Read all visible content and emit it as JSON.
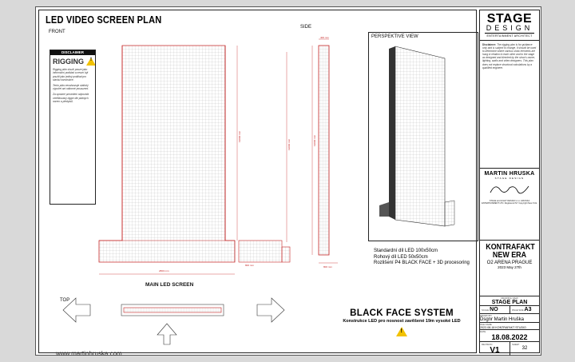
{
  "sheet": {
    "title": "LED VIDEO SCREEN PLAN",
    "front_label": "FRONT",
    "side_label": "SIDE",
    "perspective_label": "PERSPEKTIVE VIEW",
    "main_label": "MAIN LED SCREEN",
    "top_label": "TOP",
    "url": "www.martinhruska.com"
  },
  "disclaimer": {
    "heading": "DISCLAIMER",
    "rigging": "RIGGING",
    "p1": "Rigging plán slouží pouze jako informační podklad a nesmí být použit jako jediný podklad pro stavbu konstrukce.",
    "p2": "Tento plán nenahrazuje statický výpočet ani odborné posouzení.",
    "p3": "Za správné provedení odpovídá certifikovaný rigger dle platných norem a předpisů."
  },
  "dimensions": {
    "screen_height": "19000 mm",
    "screen_width": "2800 mm",
    "side_top": "400 mm",
    "side_height": "19000 mm",
    "side_bottom": "800 mm",
    "wing_width": "800 mm"
  },
  "info": {
    "line1": "Standardní díl LED 100x50cm",
    "line2": "Rohový díl LED 50x50cm",
    "line3": "Rozlišení P4 BLACK FACE + 3D procesoring"
  },
  "bfs": {
    "title": "BLACK FACE SYSTEM",
    "subtitle": "Konstrukce LED pro nosnost zavěšené 19m vysoké LED"
  },
  "titleblock": {
    "stage": "STAGE",
    "design": "DESIGN",
    "ea": "ENTERTAINMENT ARCHITECT",
    "disc_head": "Disclaimer:",
    "disc_text": "The rigging plan is for guidance only and is subject to change. It should be used to determine where various show elements are hung in relation to each other and to the stage as designed and directed by the show's owner, lighting, audio and video designers. This plan does not replace structural calculations by a qualified engineer.",
    "mh_name": "MARTIN HRUSKA",
    "mh_sub": "STAGE DESIGN",
    "mh_small": "STAGE and LIGHT DESIGN s.r.o. HRUSKA ENTERTAINMENT LTD. Registered NY Copyright New York.",
    "proj_title_1": "KONTRAFAKT",
    "proj_title_2": "NEW ERA",
    "proj_sub": "O2 ARENA PRAGUE",
    "proj_date": "2023 May 27th",
    "drawing_k": "DRAWING VIEW",
    "drawing_v": "STAGE PLAN",
    "scale_k": "SCALE",
    "scale_v": "NO",
    "page_k": "PAGE SIZE",
    "page_v": "A3",
    "drawn_k": "DRAWN BY",
    "drawn_v": "Dsgnr Martin Hruška",
    "file_k": "FILE NAME",
    "file_v": "2022-08-18 KONTRAFAKT STUDIO",
    "date_k": "DATE",
    "date_v": "18.08.2022",
    "rev_k": "REVISION",
    "rev_v": "V1",
    "sheet_k": "SHEET",
    "sheet_v": "32"
  }
}
